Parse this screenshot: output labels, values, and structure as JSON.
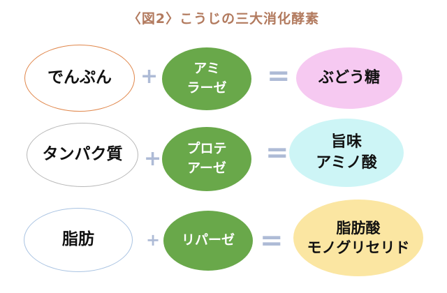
{
  "title": "〈図2〉こうじの三大消化酵素",
  "rows": [
    {
      "substrate": [
        "でんぷん"
      ],
      "enzyme": [
        "アミ",
        "ラーゼ"
      ],
      "product": [
        "ぶどう糖"
      ]
    },
    {
      "substrate": [
        "タンパク質"
      ],
      "enzyme": [
        "プロテ",
        "アーゼ"
      ],
      "product": [
        "旨味",
        "アミノ酸"
      ]
    },
    {
      "substrate": [
        "脂肪"
      ],
      "enzyme": [
        "リパーゼ"
      ],
      "product": [
        "脂肪酸",
        "モノグリセリド"
      ]
    }
  ],
  "plus": "+",
  "equals": "=",
  "colors": {
    "substrate_borders": [
      "#e0864a",
      "#b7b7b7",
      "#a9c3e2"
    ],
    "enzyme_fill": "#69a84a",
    "product_fills": [
      "#f6c9f1",
      "#cdf5f6",
      "#fbe6a2"
    ],
    "operator": "#aebbd6",
    "title": "#b27a5e"
  }
}
